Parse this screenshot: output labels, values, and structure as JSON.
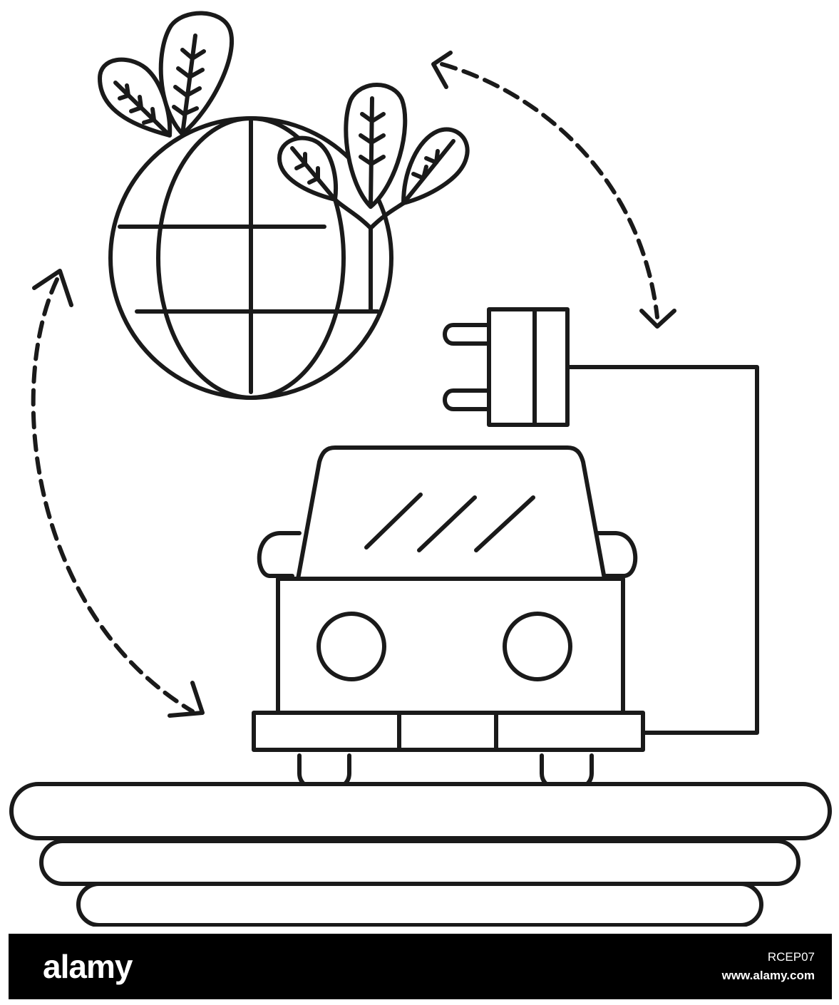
{
  "colors": {
    "stroke": "#1a1a1a",
    "background": "#ffffff",
    "footer_bg": "#000000",
    "footer_text": "#ffffff"
  },
  "icons": [
    "globe-with-plants-icon",
    "electric-car-icon",
    "power-plug-icon",
    "road-icon",
    "cycle-arrows-icon"
  ],
  "footer": {
    "logo": "alamy",
    "image_id": "RCEP07",
    "site": "www.alamy.com"
  }
}
